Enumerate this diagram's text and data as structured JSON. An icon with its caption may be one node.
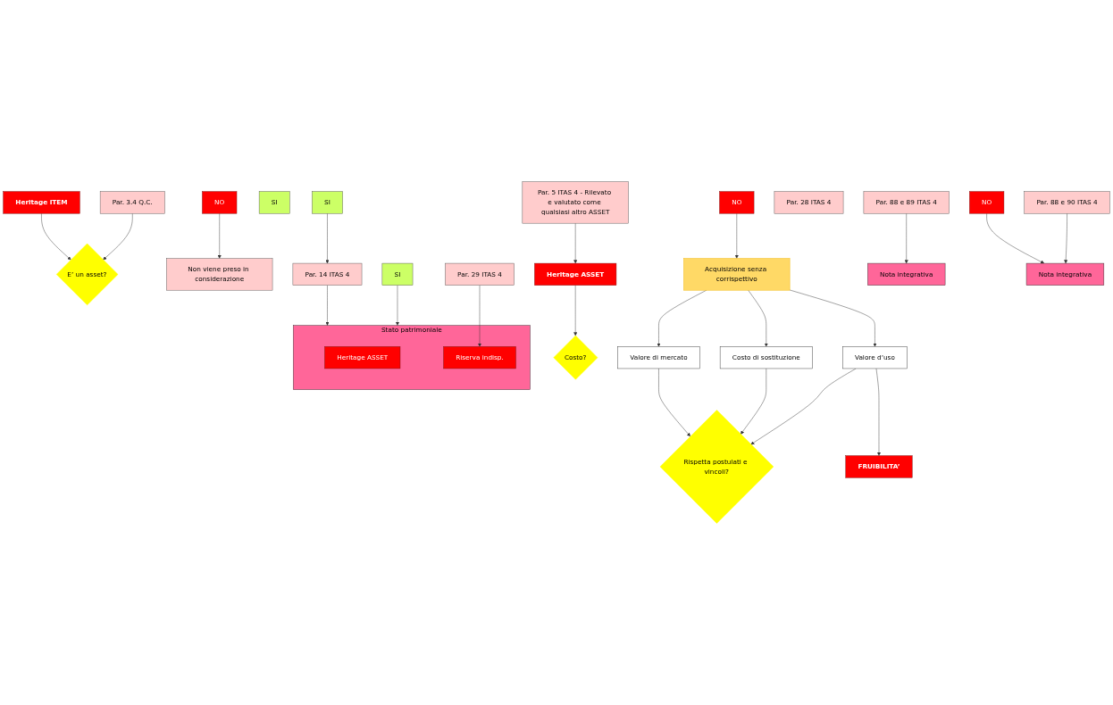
{
  "diagram": {
    "nodes": [
      {
        "text": [
          "Heritage ITEM"
        ]
      },
      {
        "text": [
          "E’ un asset?"
        ]
      },
      {
        "text": [
          "NO"
        ]
      },
      {
        "text": [
          "Non viene preso in considerazione"
        ]
      },
      {
        "text": [
          "Par. 3.4  Q.C."
        ]
      },
      {
        "text": [
          "SI"
        ]
      },
      {
        "text": [
          "Heritage ASSET"
        ]
      },
      {
        "text": [
          "Par. 5 ITAS 4 - Rilevato e valutato come qualsiasi altro ASSET"
        ]
      },
      {
        "text": [
          "Costo?"
        ]
      },
      {
        "text": [
          "Par. 14 ITAS 4"
        ]
      },
      {
        "text": [
          "SI"
        ]
      },
      {
        "text": [
          "NO"
        ]
      },
      {
        "text": [
          "Acquisizione senza corrispettivo"
        ]
      },
      {
        "text": [
          "Par. 28 ITAS 4"
        ]
      },
      {
        "text": [
          "Valore di mercato"
        ]
      },
      {
        "text": [
          "Costo di sostituzione"
        ]
      },
      {
        "text": [
          "Valore d’uso"
        ]
      },
      {
        "text": [
          "Rispetta postulati e vincoli?"
        ]
      },
      {
        "text": [
          "SI"
        ]
      },
      {
        "text": [
          "NO"
        ]
      },
      {
        "text": [
          "FRUIBILITA’"
        ]
      },
      {
        "text": [
          "Stato patrimoniale"
        ]
      },
      {
        "text": [
          "Heritage ASSET"
        ],
        "in": 21
      },
      {
        "text": [
          "Riserva indisp."
        ],
        "in": 21
      },
      {
        "text": [
          "Par. 29 ITAS 4"
        ]
      },
      {
        "text": [
          "Nota integrativa"
        ]
      },
      {
        "text": [
          "Par. 88 e 89 ITAS 4"
        ]
      },
      {
        "text": [
          "Nota integrativa"
        ]
      },
      {
        "text": [
          "Par. 88 e 90 ITAS 4"
        ]
      }
    ],
    "edges": [
      {
        "from": 0,
        "to": 1,
        "arrow": "to"
      },
      {
        "from": 2,
        "to": 3,
        "arrow": "to"
      },
      {
        "from": 4,
        "to": 1,
        "arrow": "to"
      },
      {
        "from": 7,
        "to": 6,
        "arrow": "to"
      },
      {
        "from": 6,
        "to": 8,
        "arrow": "to"
      },
      {
        "from": 10,
        "to": 9,
        "arrow": "to"
      },
      {
        "from": 11,
        "to": 12,
        "arrow": "to"
      },
      {
        "from": 12,
        "to": 14,
        "arrow": "to"
      },
      {
        "from": 12,
        "to": 15,
        "arrow": "to"
      },
      {
        "from": 12,
        "to": 16,
        "arrow": "to"
      },
      {
        "from": 14,
        "to": 17,
        "arrow": "to"
      },
      {
        "from": 15,
        "to": 17,
        "arrow": "to"
      },
      {
        "from": 16,
        "to": 17,
        "arrow": "to"
      },
      {
        "from": 16,
        "to": 20,
        "arrow": "to"
      },
      {
        "from": 9,
        "to": 21,
        "arrow": "to"
      },
      {
        "from": 18,
        "to": 21,
        "arrow": "to"
      },
      {
        "from": 19,
        "to": 27,
        "arrow": "to"
      },
      {
        "from": 24,
        "to": 23,
        "arrow": "to"
      },
      {
        "from": 26,
        "to": 25,
        "arrow": "to"
      },
      {
        "from": 28,
        "to": 27,
        "arrow": "to"
      }
    ]
  }
}
